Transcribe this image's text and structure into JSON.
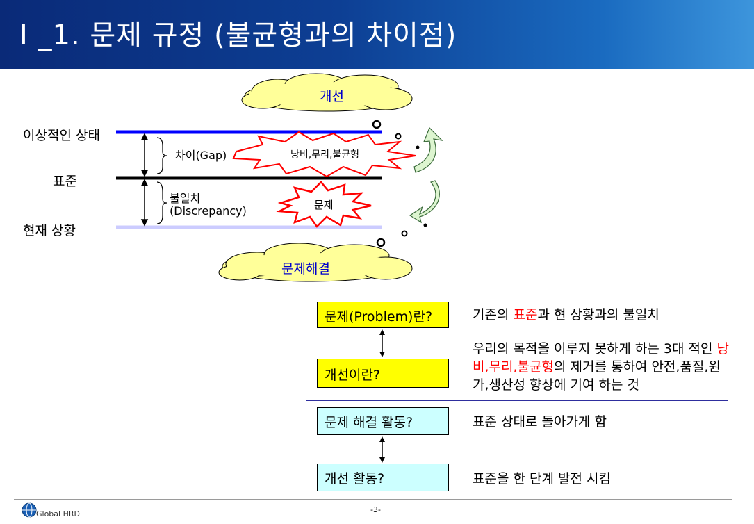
{
  "title": "Ⅰ _1. 문제 규정 (불균형과의 차이점)",
  "diagram": {
    "cloud_top": "개선",
    "cloud_bottom": "문제해결",
    "level_ideal": "이상적인 상태",
    "level_standard": "표준",
    "level_current": "현재 상황",
    "gap_label": "차이(Gap)",
    "waste_label": "낭비,무리,불균형",
    "discrepancy_line1": "불일치",
    "discrepancy_line2": "(Discrepancy)",
    "problem_label": "문제"
  },
  "rows": [
    {
      "box": "문제(Problem)란?",
      "box_color": "#ffff00",
      "desc_parts": [
        "기존의 ",
        "표준",
        "과 현 상황과의 불일치"
      ]
    },
    {
      "box": "개선이란?",
      "box_color": "#ffff00",
      "desc_parts": [
        "우리의 목적을 이루지 못하게 하는 3대 적인 ",
        "낭비,무리,불균형",
        "의 제거를 통하여 안전,품질,원가,생산성 향상에 기여 하는 것"
      ]
    },
    {
      "box": "문제 해결 활동?",
      "box_color": "#ccffff",
      "desc": "표준 상태로 돌아가게 함"
    },
    {
      "box": "개선 활동?",
      "box_color": "#ccffff",
      "desc": "표준을 한 단계 발전 시킴"
    }
  ],
  "footer": {
    "logo": "Global HRD",
    "page": "-3-"
  },
  "colors": {
    "ideal_line": "#0000ff",
    "standard_line": "#000000",
    "current_line": "#ccccff",
    "cloud": "#ffff99",
    "box_yellow": "#ffff00",
    "box_cyan": "#ccffff",
    "divider": "#2e2e9e"
  }
}
